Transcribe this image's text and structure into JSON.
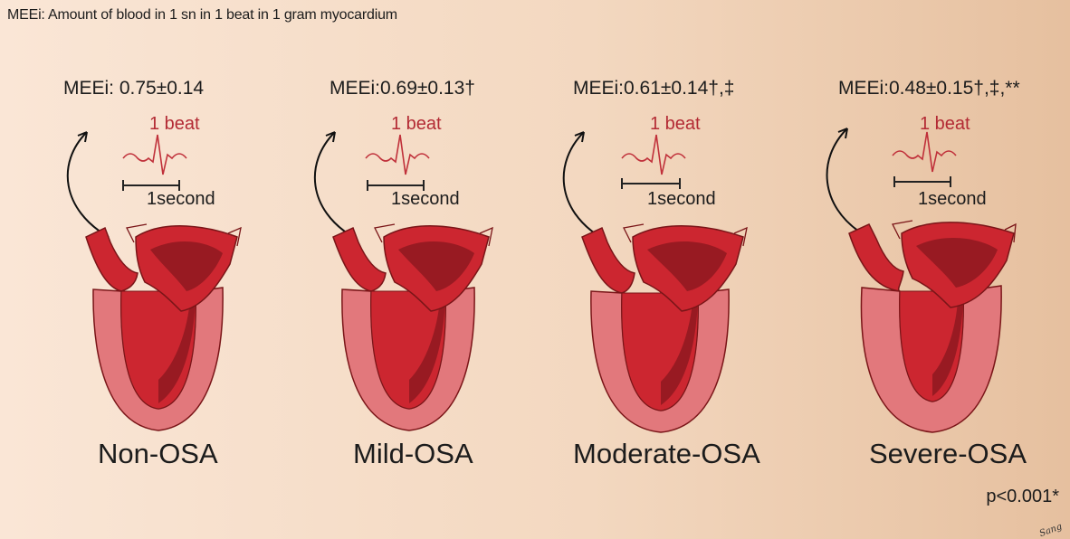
{
  "header": {
    "definition": "MEEi: Amount of blood in 1 sn in 1 beat in 1 gram myocardium"
  },
  "panels": [
    {
      "group": "Non-OSA",
      "meei": "MEEi: 0.75±0.14",
      "beat_label": "1 beat",
      "time_label": "1second"
    },
    {
      "group": "Mild-OSA",
      "meei": "MEEi:0.69±0.13†",
      "beat_label": "1 beat",
      "time_label": "1second"
    },
    {
      "group": "Moderate-OSA",
      "meei": "MEEi:0.61±0.14†,‡",
      "beat_label": "1 beat",
      "time_label": "1second"
    },
    {
      "group": "Severe-OSA",
      "meei": "MEEi:0.48±0.15†,‡,**",
      "beat_label": "1 beat",
      "time_label": "1second"
    }
  ],
  "footer": {
    "p_value": "p<0.001*",
    "signature": "Sang"
  },
  "colors": {
    "blood": "#cc2630",
    "blood_dark": "#981a22",
    "myocardium": "#e2787c",
    "ecg": "#c0303a",
    "outline": "#7a1518"
  },
  "icons": [
    "curved-arrow-icon",
    "ecg-waveform-icon",
    "time-scale-bar-icon",
    "heart-illustration-icon"
  ]
}
